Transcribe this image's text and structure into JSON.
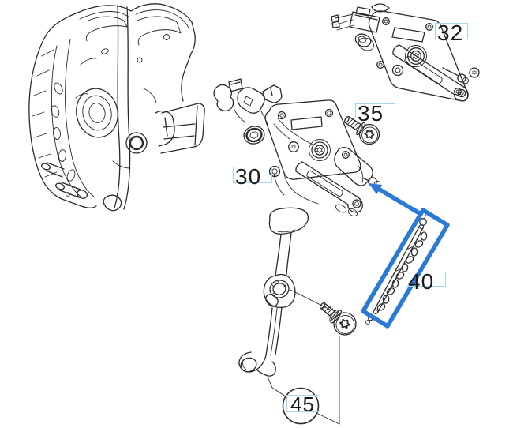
{
  "diagram": {
    "background_color": "#ffffff",
    "line_color": "#2b2b2b",
    "highlight_color": "#2b79d6",
    "callout_border_color": "#a6d6ec",
    "callout_text_color": "#1b1b1b",
    "callouts": [
      {
        "label": "32"
      },
      {
        "label": "35"
      },
      {
        "label": "30"
      },
      {
        "label": "40"
      },
      {
        "label": "45"
      }
    ],
    "highlighted_callout": "40",
    "icons": {
      "selection_arrow": "arrow-up-left-icon",
      "selection_highlight": "rotated-rectangle-outline",
      "circled_callout": "circle-outline-around-45"
    }
  }
}
